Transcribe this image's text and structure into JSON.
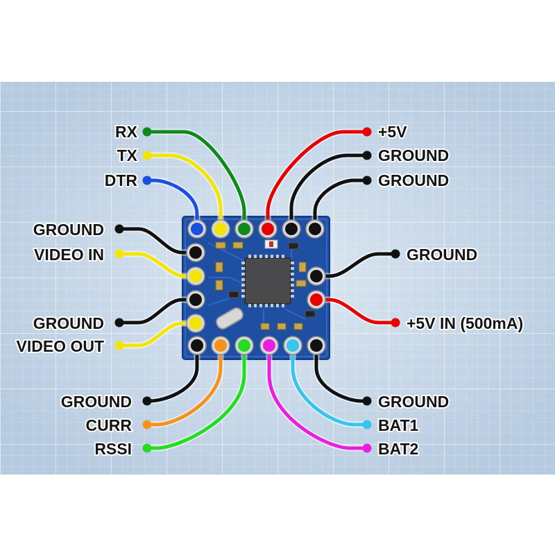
{
  "diagram": {
    "colors": {
      "background": "#c9d9e8",
      "pcb": "#1f4fa3",
      "chip": "#4a4a4c",
      "wire_black": "#111111",
      "wire_red": "#e60000",
      "wire_yellow": "#f2e600",
      "wire_green": "#0f8a1a",
      "wire_blue": "#1b4fe0",
      "wire_orange": "#f5921e",
      "wire_lime": "#22dd22",
      "wire_magenta": "#e81ee0",
      "wire_cyan": "#35c6f0"
    },
    "pins": [
      {
        "id": "rx",
        "label": "RX",
        "color": "#0f8a1a"
      },
      {
        "id": "tx",
        "label": "TX",
        "color": "#f2e600"
      },
      {
        "id": "dtr",
        "label": "DTR",
        "color": "#1b4fe0"
      },
      {
        "id": "top-5v",
        "label": "+5V",
        "color": "#e60000"
      },
      {
        "id": "top-ground-1",
        "label": "GROUND",
        "color": "#111111"
      },
      {
        "id": "top-ground-2",
        "label": "GROUND",
        "color": "#111111"
      },
      {
        "id": "left-ground-1",
        "label": "GROUND",
        "color": "#111111"
      },
      {
        "id": "video-in",
        "label": "VIDEO IN",
        "color": "#f2e600"
      },
      {
        "id": "left-ground-2",
        "label": "GROUND",
        "color": "#111111"
      },
      {
        "id": "video-out",
        "label": "VIDEO OUT",
        "color": "#f2e600"
      },
      {
        "id": "right-ground",
        "label": "GROUND",
        "color": "#111111"
      },
      {
        "id": "5v-in",
        "label": "+5V IN (500mA)",
        "color": "#e60000"
      },
      {
        "id": "bottom-ground-1",
        "label": "GROUND",
        "color": "#111111"
      },
      {
        "id": "curr",
        "label": "CURR",
        "color": "#f5921e"
      },
      {
        "id": "rssi",
        "label": "RSSI",
        "color": "#22dd22"
      },
      {
        "id": "bottom-ground-2",
        "label": "GROUND",
        "color": "#111111"
      },
      {
        "id": "bat1",
        "label": "BAT1",
        "color": "#35c6f0"
      },
      {
        "id": "bat2",
        "label": "BAT2",
        "color": "#e81ee0"
      }
    ]
  }
}
